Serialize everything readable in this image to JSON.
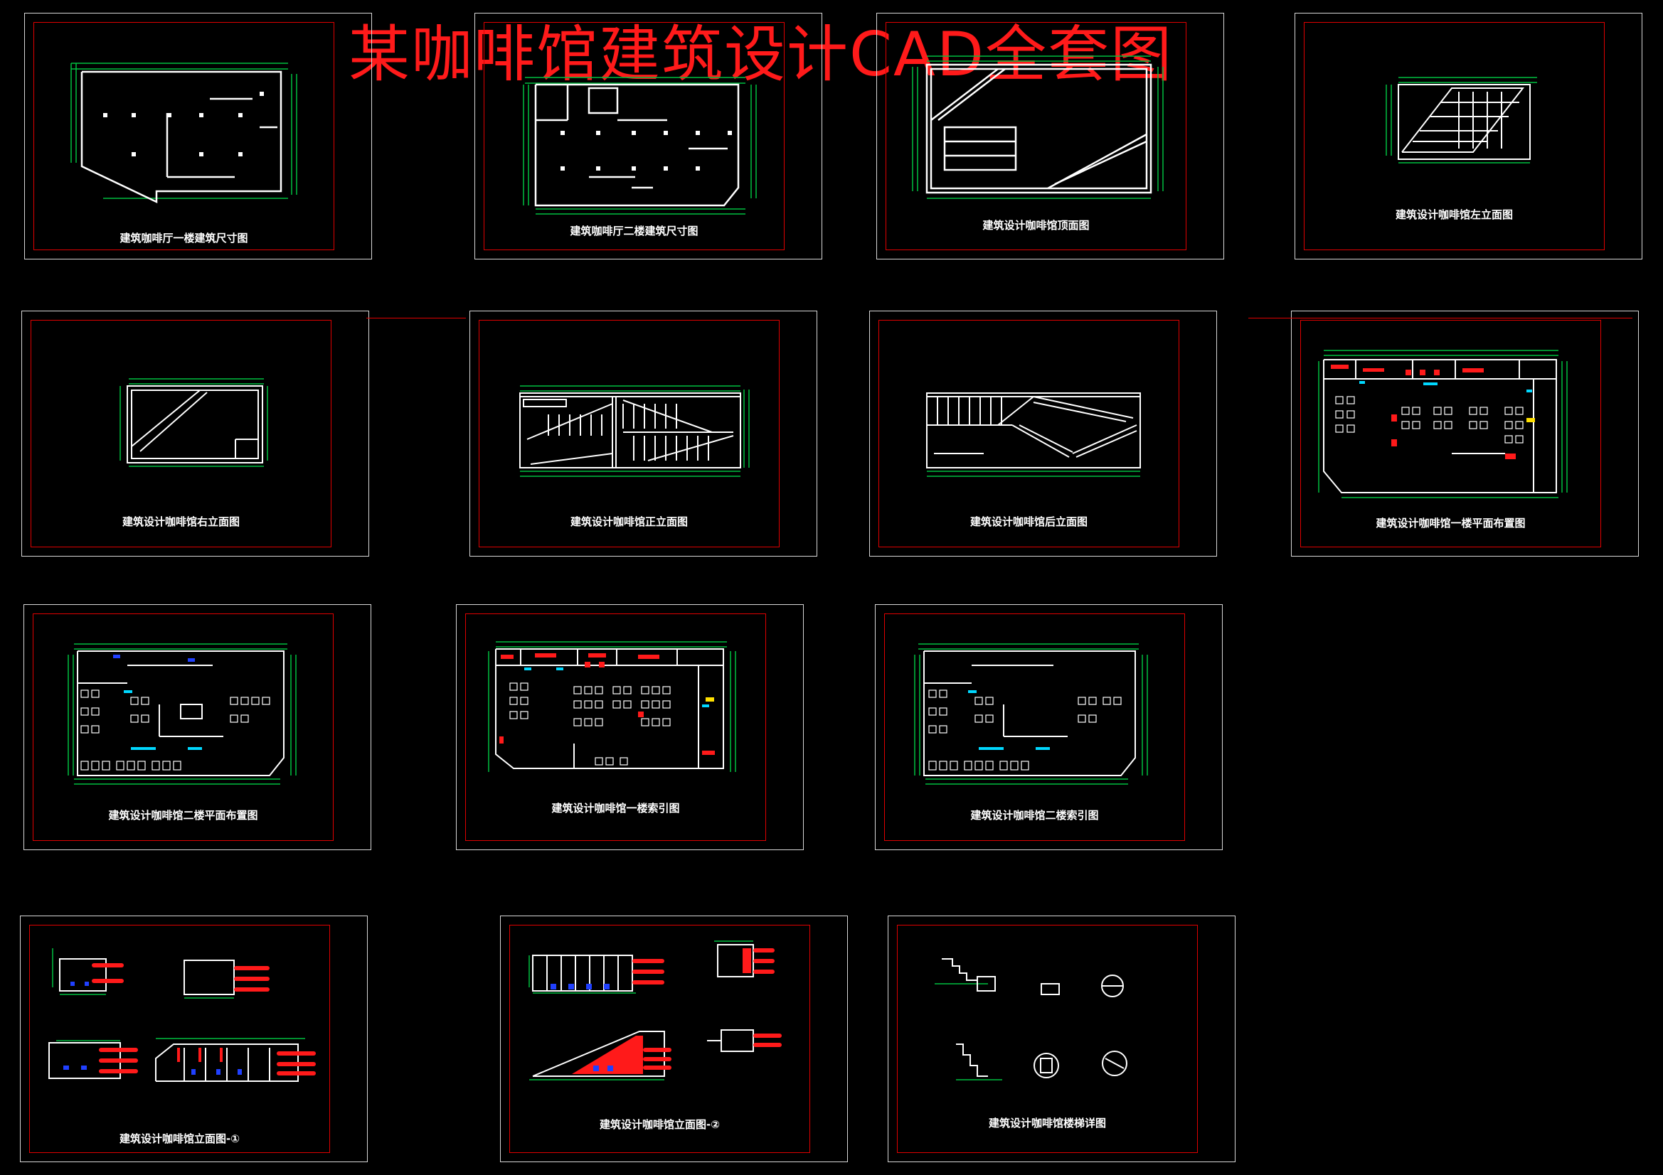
{
  "title": "某咖啡馆建筑设计CAD全套图",
  "colors": {
    "background": "#000000",
    "frame": "#d8d8d8",
    "border": "#e00000",
    "dim": "#00c040",
    "line": "#ffffff",
    "accent": "#ff1a1a",
    "cyan": "#00d8ff",
    "blue": "#2040ff"
  },
  "sheets": [
    {
      "caption": "建筑咖啡厅一楼建筑尺寸图"
    },
    {
      "caption": "建筑咖啡厅二楼建筑尺寸图"
    },
    {
      "caption": "建筑设计咖啡馆顶面图"
    },
    {
      "caption": "建筑设计咖啡馆左立面图"
    },
    {
      "caption": "建筑设计咖啡馆右立面图"
    },
    {
      "caption": "建筑设计咖啡馆正立面图"
    },
    {
      "caption": "建筑设计咖啡馆后立面图"
    },
    {
      "caption": "建筑设计咖啡馆一楼平面布置图"
    },
    {
      "caption": "建筑设计咖啡馆二楼平面布置图"
    },
    {
      "caption": "建筑设计咖啡馆一楼索引图"
    },
    {
      "caption": "建筑设计咖啡馆二楼索引图"
    },
    {
      "caption": "建筑设计咖啡馆立面图-①"
    },
    {
      "caption": "建筑设计咖啡馆立面图-②"
    },
    {
      "caption": "建筑设计咖啡馆楼梯详图"
    }
  ]
}
